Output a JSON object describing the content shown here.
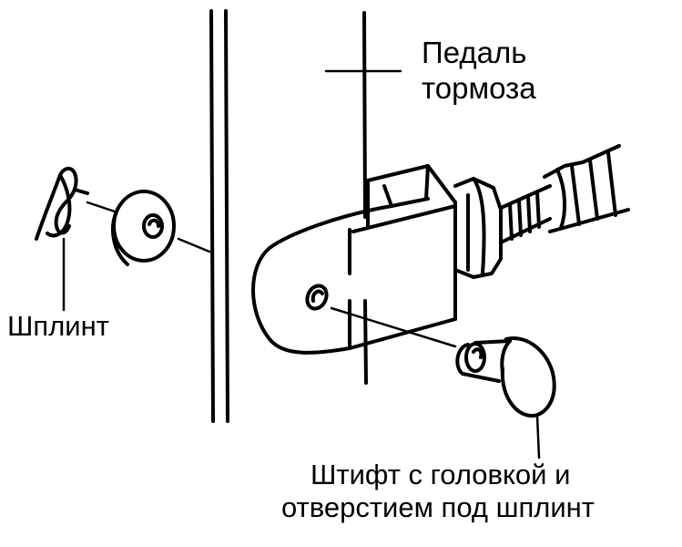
{
  "labels": {
    "pedal_line1": "Педаль",
    "pedal_line2": "тормоза",
    "cotter_pin": "Шплинт",
    "pin_line1": "Штифт с головкой и",
    "pin_line2": "отверстием под шплинт"
  },
  "colors": {
    "ink": "#000000",
    "paper": "#ffffff"
  }
}
